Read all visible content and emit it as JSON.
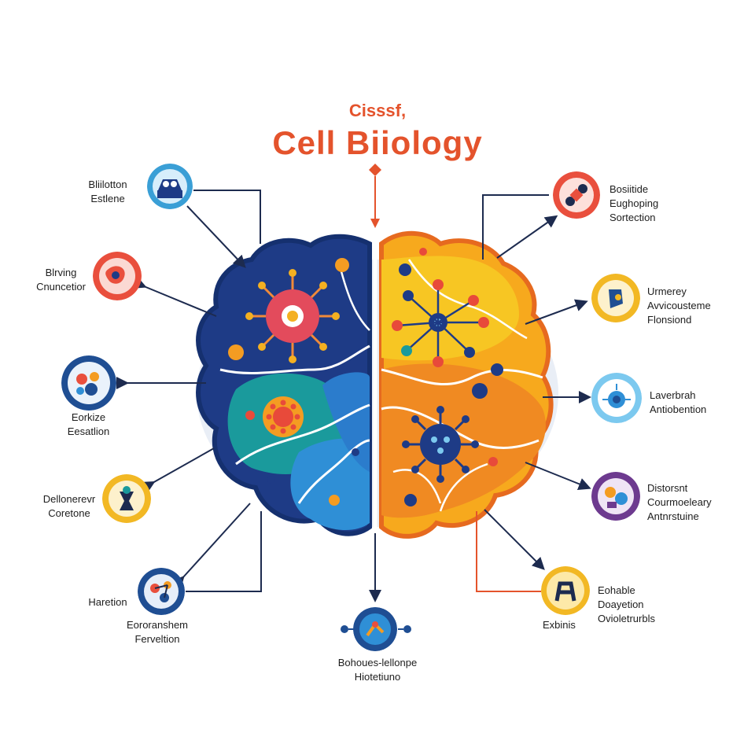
{
  "title": {
    "top": "Cisssf,",
    "main": "Cell Biiology"
  },
  "nodes": [
    {
      "id": "n1",
      "lines": [
        "Bliilotton",
        "Estlene"
      ],
      "icon": "lab-flask-icon",
      "color": "#3a9fd6"
    },
    {
      "id": "n2",
      "lines": [
        "Blrving",
        "Cnuncetior"
      ],
      "icon": "red-cell-icon",
      "color": "#e94f3d"
    },
    {
      "id": "n3",
      "lines": [
        "Eorkize",
        "Eesatlion"
      ],
      "icon": "cell-cluster-icon",
      "color": "#1f4e93"
    },
    {
      "id": "n4",
      "lines": [
        "Dellonerevr",
        "Coretone"
      ],
      "icon": "vase-icon",
      "color": "#f2b824"
    },
    {
      "id": "n5",
      "lines": [
        "Haretion"
      ],
      "icon": "molecule-icon",
      "color": "#1f4e93"
    },
    {
      "id": "n5b",
      "lines": [
        "Eororanshem",
        "Ferveltion"
      ]
    },
    {
      "id": "n6",
      "lines": [
        "Bohoues-lellonpe",
        "Hiotetiuno"
      ],
      "icon": "network-icon",
      "color": "#1f4e93"
    },
    {
      "id": "n7",
      "lines": [
        "Bosiitide",
        "Eughoping",
        "Sortection"
      ],
      "icon": "chain-icon",
      "color": "#e94f3d"
    },
    {
      "id": "n8",
      "lines": [
        "Urmerey",
        "Avvicousteme",
        "Flonsiond"
      ],
      "icon": "lamp-icon",
      "color": "#f2b824"
    },
    {
      "id": "n9",
      "lines": [
        "Laverbrah",
        "Antiobention"
      ],
      "icon": "virus-icon",
      "color": "#7cc9ef"
    },
    {
      "id": "n10",
      "lines": [
        "Distorsnt",
        "Courmoeleary",
        "Antnrstuine"
      ],
      "icon": "gear-cells-icon",
      "color": "#6d3a8f"
    },
    {
      "id": "n11",
      "lines": [
        "Eohable",
        "Doayetion",
        "Ovioletrurbls"
      ],
      "icon": "dna-link-icon",
      "color": "#f2b824"
    },
    {
      "id": "n11b",
      "lines": [
        "Exbinis"
      ]
    }
  ],
  "colors": {
    "title": "#e4532c",
    "left_brain": "#1f3f8a",
    "right_brain": "#f39a1e",
    "connector": "#1d2b4f",
    "accent_red": "#e4532c"
  }
}
